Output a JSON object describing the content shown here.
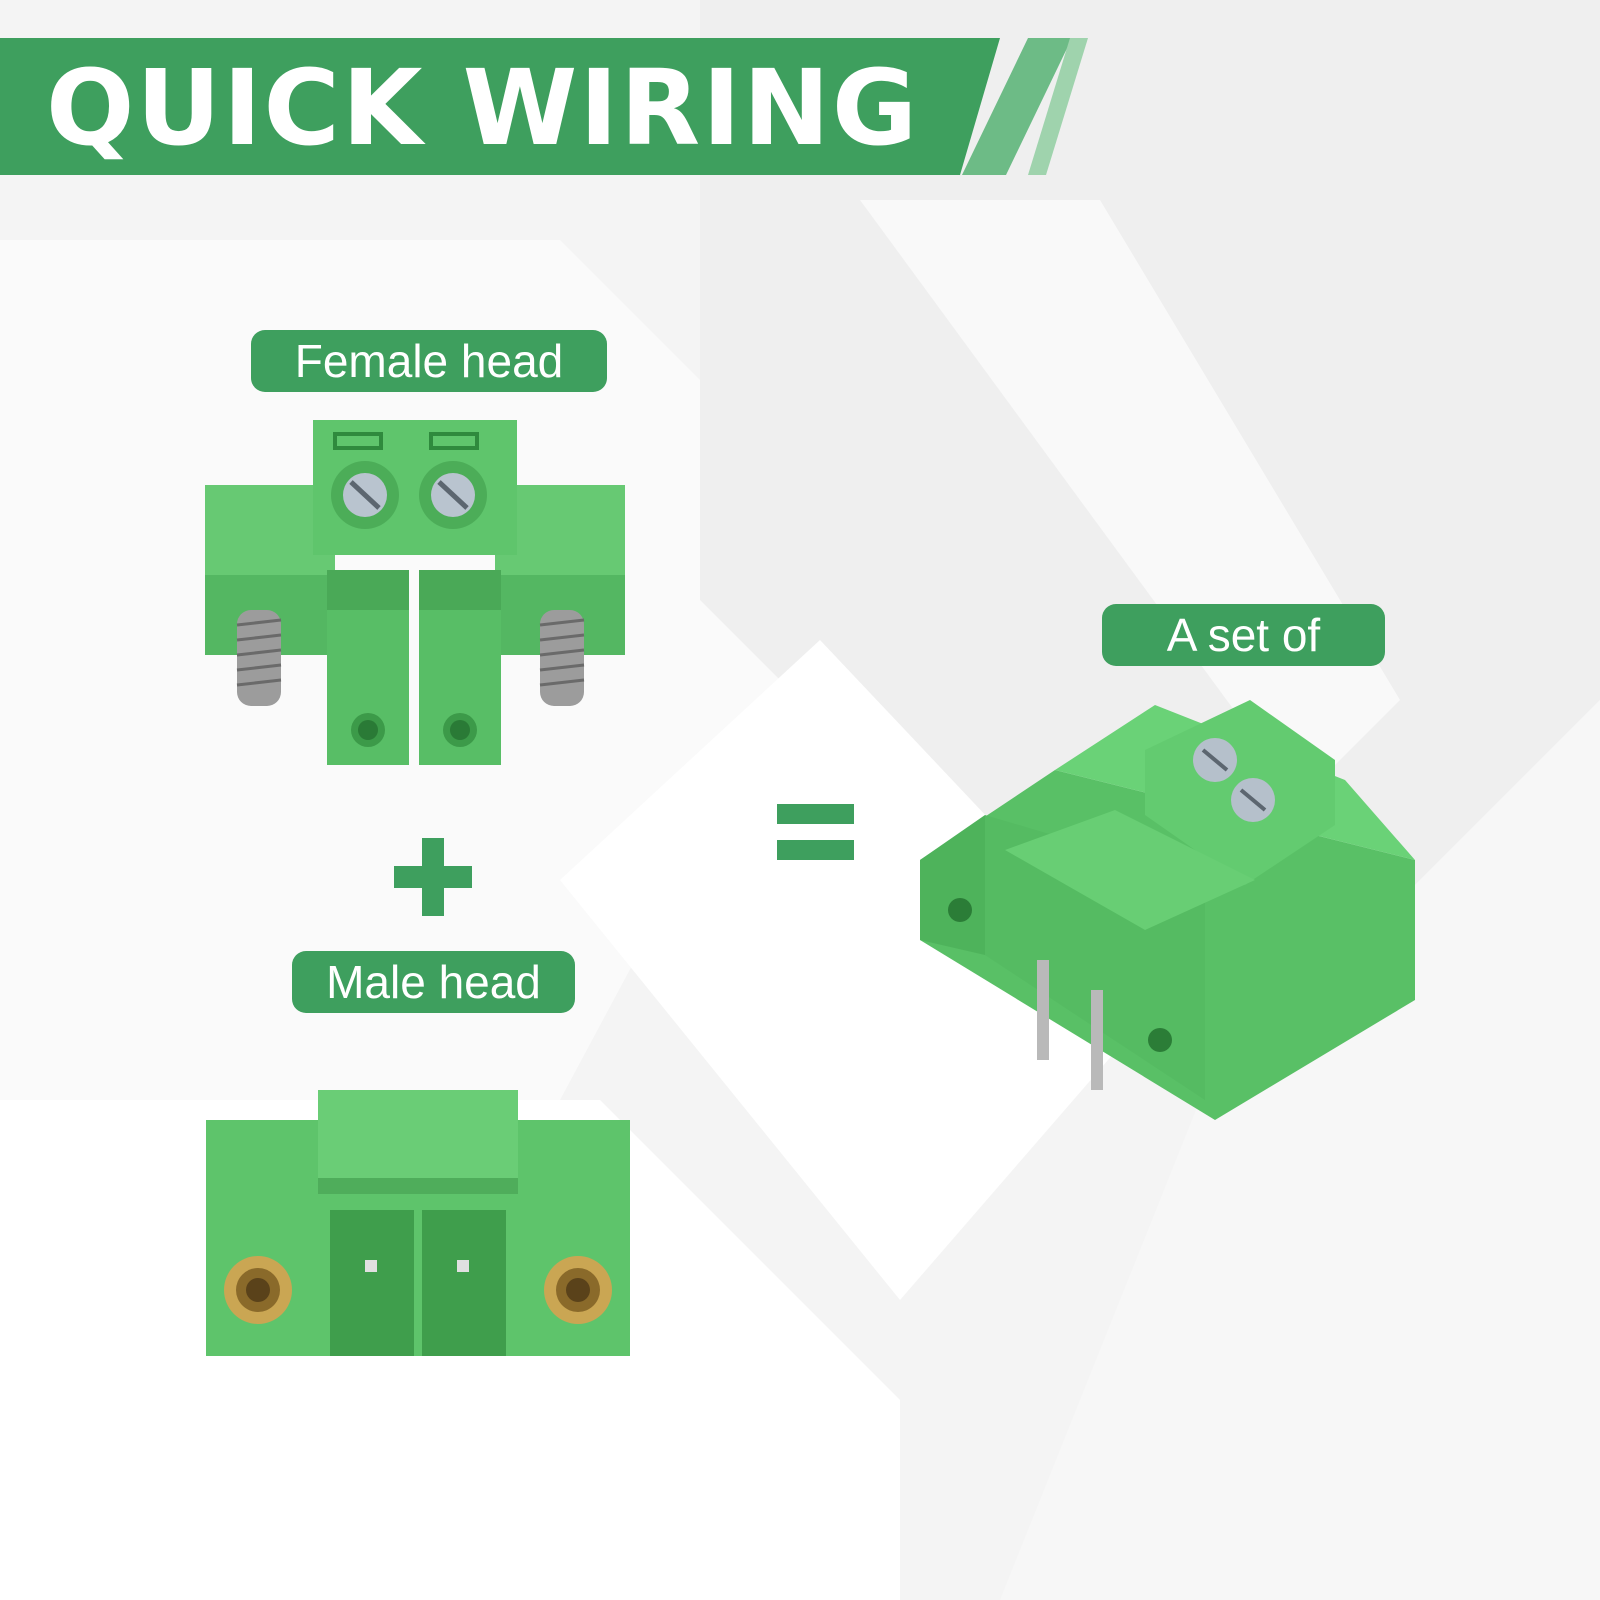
{
  "banner": {
    "title": "QUICK WIRING"
  },
  "labels": {
    "female": "Female head",
    "male": "Male head",
    "set": "A set of"
  },
  "operators": {
    "plus": "+",
    "equals": "="
  },
  "colors": {
    "brand_green": "#3e9f5e",
    "connector_green": "#5cc76a",
    "background": "#f4f4f4"
  },
  "products": [
    {
      "name": "female-head-connector",
      "pins": 2
    },
    {
      "name": "male-head-connector",
      "pins": 2
    },
    {
      "name": "assembled-connector-set",
      "pins": 2
    }
  ]
}
